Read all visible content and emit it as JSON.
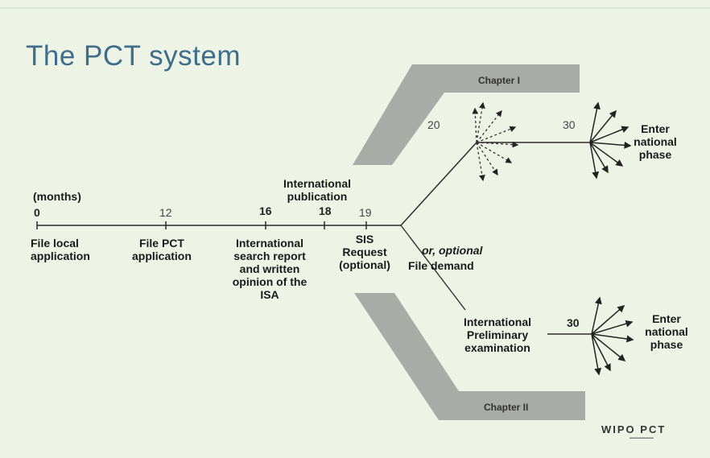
{
  "title": "The PCT system",
  "timeline": {
    "unit_label": "(months)",
    "milestones": [
      {
        "month": "0",
        "label": "File local\napplication"
      },
      {
        "month": "12",
        "label": "File PCT\napplication"
      },
      {
        "month": "16",
        "label": "International\nsearch report\nand written\nopinion of the\nISA"
      },
      {
        "month": "18",
        "label": "International\npublication"
      },
      {
        "month": "19",
        "label": "SIS\nRequest\n(optional)"
      }
    ]
  },
  "chapter_1": {
    "label": "Chapter I",
    "month_20": "20",
    "month_30": "30",
    "outcome": "Enter\nnational\nphase"
  },
  "chapter_2": {
    "label": "Chapter II",
    "or_optional": "or, optional",
    "file_demand": "File demand",
    "ipe": "International\nPreliminary\nexamination",
    "month_30": "30",
    "outcome": "Enter\nnational\nphase"
  },
  "logo": "WIPO PCT",
  "colors": {
    "background": "#eef4e5",
    "title": "#3f6d8c",
    "band": "#a9aba6",
    "line": "#2b2b2b"
  }
}
